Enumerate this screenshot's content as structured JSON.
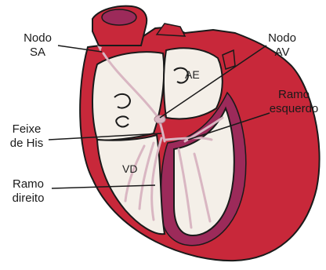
{
  "colors": {
    "heart_red": "#c8283a",
    "septum_magenta": "#9c2a5a",
    "chamber_fill": "#f4efe8",
    "conduction_pink": "#d9b6c2",
    "outline": "#1a1a1a"
  },
  "labels": {
    "nodo_sa": [
      "Nodo",
      "SA"
    ],
    "nodo_av": [
      "Nodo",
      "AV"
    ],
    "ramo_esquerdo": [
      "Ramo",
      "esquerdo"
    ],
    "feixe_de_his": [
      "Feixe",
      "de His"
    ],
    "ramo_direito": [
      "Ramo",
      "direito"
    ],
    "ae": "AE",
    "vd": "VD"
  }
}
